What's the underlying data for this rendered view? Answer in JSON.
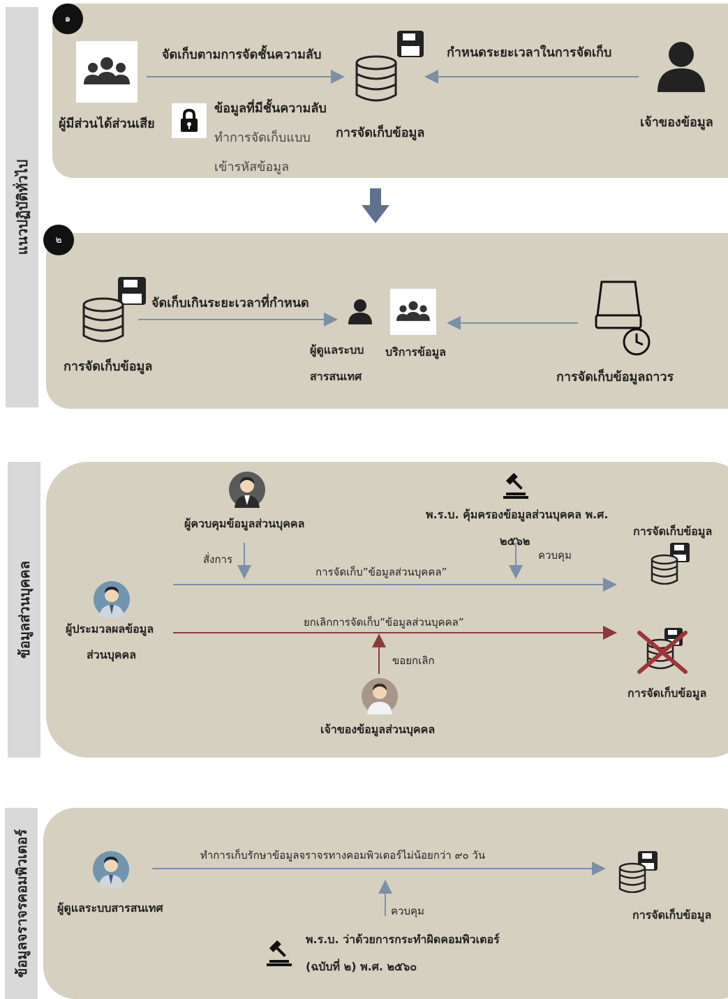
{
  "sidebar": {
    "tab1": "แนวปฏิบัติทั่วไป",
    "tab2": "ข้อมูลส่วนบุคคล",
    "tab3": "ข้อมูลจราจรคอมพิวเตอร์"
  },
  "panel1": {
    "badge": "๑",
    "stakeholders_label": "ผู้มีส่วนได้ส่วนเสีย",
    "arrow_left_label": "จัดเก็บตามการจัดชั้นความลับ",
    "classified_title": "ข้อมูลที่มีชั้นความลับ",
    "classified_desc_1": "ทำการจัดเก็บแบบ",
    "classified_desc_2": "เข้ารหัสข้อมูล",
    "storage_label": "การจัดเก็บข้อมูล",
    "arrow_right_label": "กำหนดระยะเวลาในการจัดเก็บ",
    "owner_label": "เจ้าของข้อมูล"
  },
  "panel2": {
    "badge": "๒",
    "storage_label": "การจัดเก็บข้อมูล",
    "arrow_label": "จัดเก็บเกินระยะเวลาที่กำหนด",
    "admin_label_1": "ผู้ดูแลระบบ",
    "admin_label_2": "สารสนเทศ",
    "service_label": "บริการข้อมูล",
    "archive_label": "การจัดเก็บข้อมูลถาวร"
  },
  "panel3": {
    "controller_label": "ผู้ควบคุมข้อมูลส่วนบุคคล",
    "command_label": "สั่งการ",
    "law_label_1": "พ.ร.บ. คุ้มครองข้อมูลส่วนบุคคล พ.ศ.",
    "law_label_2": "๒๕๖๒",
    "control_label": "ควบคุม",
    "store_arrow_label": "การจัดเก็บ”ข้อมูลส่วนบุคคล”",
    "processor_label_1": "ผู้ประมวลผลข้อมูล",
    "processor_label_2": "ส่วนบุคคล",
    "cancel_arrow_label": "ยกเลิกการจัดเก็บ”ข้อมูลส่วนบุคคล”",
    "request_cancel_label": "ขอยกเลิก",
    "subject_label": "เจ้าของข้อมูลส่วนบุคคล",
    "storage_label_top": "การจัดเก็บข้อมูล",
    "storage_label_bottom": "การจัดเก็บข้อมูล"
  },
  "panel4": {
    "admin_label": "ผู้ดูแลระบบสารสนเทศ",
    "arrow_label": "ทำการเก็บรักษาข้อมูลจราจรทางคอมพิวเตอร์ไม่น้อยกว่า ๙๐ วัน",
    "control_label": "ควบคุม",
    "law_label_1": "พ.ร.บ. ว่าด้วยการกระทำผิดคอมพิวเตอร์",
    "law_label_2": "(ฉบับที่ ๒) พ.ศ. ๒๕๖๐",
    "storage_label": "การจัดเก็บข้อมูล"
  },
  "colors": {
    "panel_bg": "#d6d0c1",
    "sidebar_bg": "#d9d9d9",
    "arrow_blue": "#7b8fa8",
    "arrow_red": "#8b3a3a",
    "cross_red": "#a0343a",
    "down_arrow": "#5e7290"
  },
  "icons": {
    "group": "people-group-icon",
    "person": "person-icon",
    "lock": "padlock-icon",
    "database": "database-icon",
    "floppy": "floppy-disk-icon",
    "clock": "clock-icon",
    "drive": "hard-drive-icon",
    "gavel": "gavel-icon",
    "avatar": "businessman-avatar-icon"
  }
}
